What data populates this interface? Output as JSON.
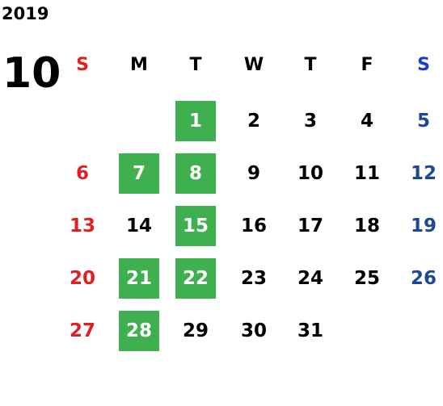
{
  "year": "2019",
  "month": "10",
  "weekdays": [
    "S",
    "M",
    "T",
    "W",
    "T",
    "F",
    "S"
  ],
  "colors": {
    "sunday": "#e02020",
    "saturday": "#1e4799",
    "highlight": "#3fb050",
    "text": "#000000"
  },
  "first_weekday_index": 2,
  "days_in_month": 31,
  "highlighted_days": [
    1,
    7,
    8,
    15,
    21,
    22,
    28
  ]
}
